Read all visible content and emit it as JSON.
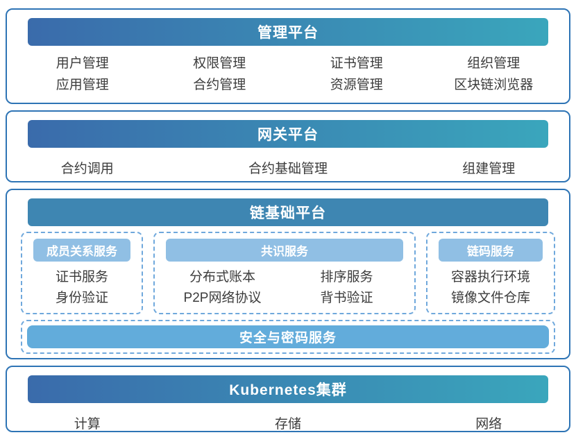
{
  "colors": {
    "panel_border": "#2E74B5",
    "header_gradient_start": "#3A6BAB",
    "header_gradient_end": "#3AA6BC",
    "chain_header_solid": "#3E86B2",
    "sub_badge": "#90BFE4",
    "security_bar": "#62ACDB",
    "dashed_border": "#6FA8DC",
    "body_text": "#3C3C3C"
  },
  "management_platform": {
    "title": "管理平台",
    "rows": [
      [
        "用户管理",
        "权限管理",
        "证书管理",
        "组织管理"
      ],
      [
        "应用管理",
        "合约管理",
        "资源管理",
        "区块链浏览器"
      ]
    ]
  },
  "gateway_platform": {
    "title": "网关平台",
    "items": [
      "合约调用",
      "合约基础管理",
      "组建管理"
    ]
  },
  "chain_platform": {
    "title": "链基础平台",
    "member_service": {
      "title": "成员关系服务",
      "items": [
        "证书服务",
        "身份验证"
      ]
    },
    "consensus_service": {
      "title": "共识服务",
      "col1": [
        "分布式账本",
        "P2P网络协议"
      ],
      "col2": [
        "排序服务",
        "背书验证"
      ]
    },
    "chaincode_service": {
      "title": "链码服务",
      "items": [
        "容器执行环境",
        "镜像文件仓库"
      ]
    },
    "security_service": {
      "title": "安全与密码服务"
    }
  },
  "kubernetes_cluster": {
    "title": "Kubernetes集群",
    "items": [
      "计算",
      "存储",
      "网络"
    ]
  }
}
